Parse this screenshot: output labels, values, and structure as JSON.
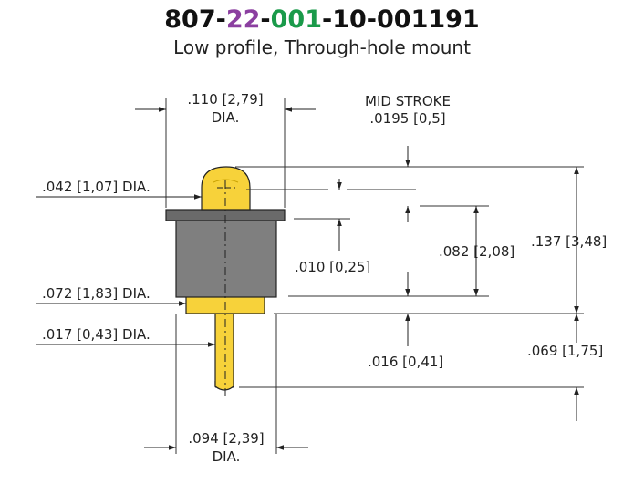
{
  "title": {
    "part1": "807-",
    "part2": "22",
    "part3": "-",
    "part4": "001",
    "part5": "-10-001191",
    "colors": {
      "base": "#111111",
      "series": "#8b3fa0",
      "code": "#1a9a4a"
    }
  },
  "subtitle": "Low profile, Through-hole mount",
  "dimensions": {
    "top_dia_value": ".110 [2,79]",
    "top_dia_label": "DIA.",
    "mid_stroke_label": "MID STROKE",
    "mid_stroke_value": ".0195 [0,5]",
    "tip_dia": ".042 [1,07] DIA.",
    "collar_step": ".010 [0,25]",
    "travel": ".082 [2,08]",
    "overall_height": ".137 [3,48]",
    "flange_dia": ".072 [1,83] DIA.",
    "tail_dia": ".017 [0,43] DIA.",
    "flange_thickness": ".016 [0,41]",
    "tail_length": ".069 [1,75]",
    "bottom_dia_value": ".094 [2,39]",
    "bottom_dia_label": "DIA."
  },
  "colors": {
    "gold": "#f7d23a",
    "gold_dark": "#b38a00",
    "body_gray": "#7f7f7f",
    "line": "#333333"
  }
}
